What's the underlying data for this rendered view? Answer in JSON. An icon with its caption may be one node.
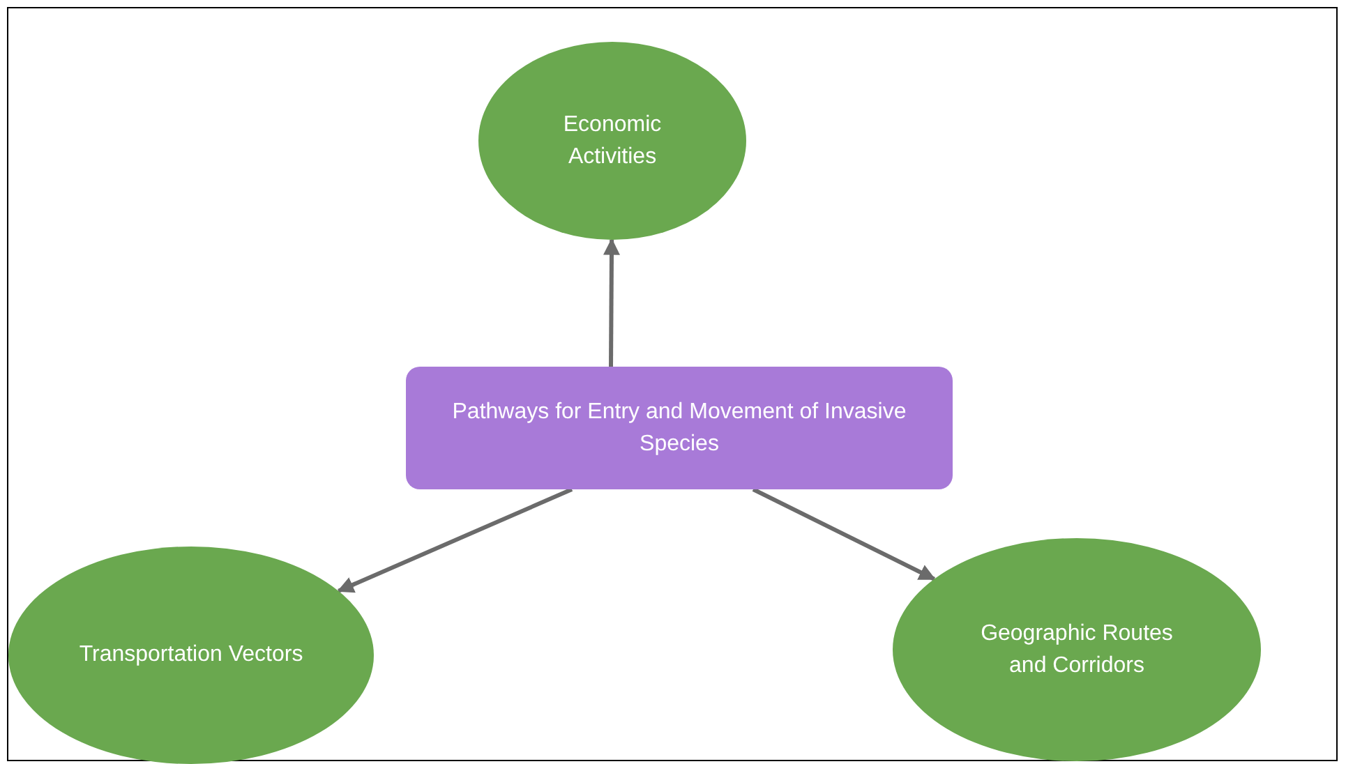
{
  "diagram": {
    "nodes": [
      {
        "text": [
          "Economic Activities"
        ]
      },
      {
        "text": [
          "Pathways for Entry and Movement of Invasive Species"
        ]
      },
      {
        "text": [
          "Transportation Vectors"
        ]
      },
      {
        "text": [
          "Geographic Routes and Corridors"
        ]
      }
    ],
    "edges": [
      {
        "from": 1,
        "to": 0,
        "arrow": "to"
      },
      {
        "from": 1,
        "to": 2,
        "arrow": "to"
      },
      {
        "from": 1,
        "to": 3,
        "arrow": "to"
      }
    ]
  }
}
